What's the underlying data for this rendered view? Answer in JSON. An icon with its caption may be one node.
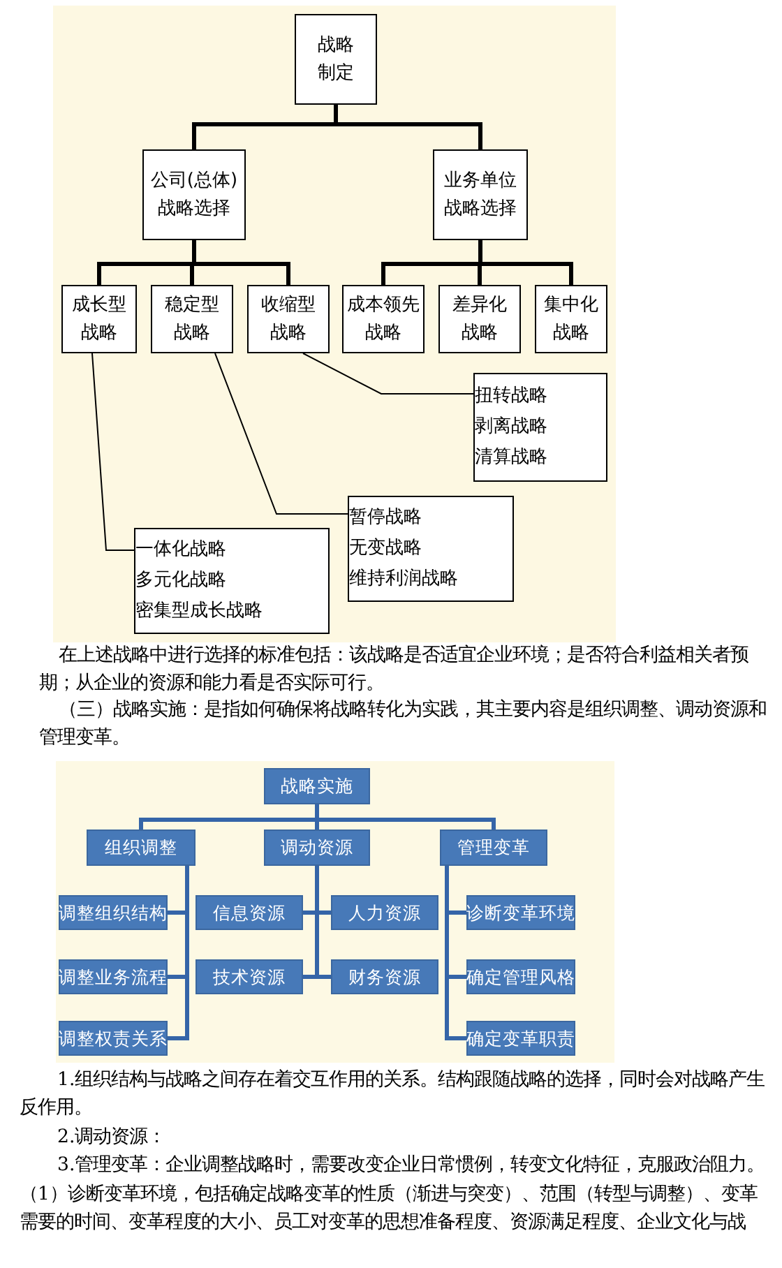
{
  "diagram": {
    "nodes": [
      {
        "text": [
          "战略制定"
        ]
      },
      {
        "text": [
          "公司(总体)战略选择"
        ]
      },
      {
        "text": [
          "业务单位战略选择"
        ]
      },
      {
        "text": [
          "成长型战略"
        ]
      },
      {
        "text": [
          "稳定型战略"
        ]
      },
      {
        "text": [
          "收缩型战略"
        ]
      },
      {
        "text": [
          "成本领先战略"
        ]
      },
      {
        "text": [
          "差异化战略"
        ]
      },
      {
        "text": [
          "集中化战略"
        ]
      },
      {
        "text": [
          "扭转战略",
          "剥离战略",
          "清算战略"
        ]
      },
      {
        "text": [
          "暂停战略",
          "无变战略",
          "维持利润战略"
        ]
      },
      {
        "text": [
          "一体化战略",
          "多元化战略",
          "密集型成长战略"
        ]
      },
      {
        "text": [
          "战略实施"
        ]
      },
      {
        "text": [
          "组织调整"
        ]
      },
      {
        "text": [
          "调动资源"
        ]
      },
      {
        "text": [
          "管理变革"
        ]
      },
      {
        "text": [
          "调整组织结构"
        ]
      },
      {
        "text": [
          "调整业务流程"
        ]
      },
      {
        "text": [
          "调整权责关系"
        ]
      },
      {
        "text": [
          "信息资源"
        ]
      },
      {
        "text": [
          "人力资源"
        ]
      },
      {
        "text": [
          "技术资源"
        ]
      },
      {
        "text": [
          "财务资源"
        ]
      },
      {
        "text": [
          "诊断变革环境"
        ]
      },
      {
        "text": [
          "确定管理风格"
        ]
      },
      {
        "text": [
          "确定变革职责"
        ]
      }
    ],
    "edges": [
      {
        "from": 0,
        "to": 1,
        "arrow": "none",
        "color": "#000000"
      },
      {
        "from": 0,
        "to": 2,
        "arrow": "none",
        "color": "#000000"
      },
      {
        "from": 1,
        "to": 3,
        "arrow": "none",
        "color": "#000000"
      },
      {
        "from": 1,
        "to": 4,
        "arrow": "none",
        "color": "#000000"
      },
      {
        "from": 1,
        "to": 5,
        "arrow": "none",
        "color": "#000000"
      },
      {
        "from": 2,
        "to": 6,
        "arrow": "none",
        "color": "#000000"
      },
      {
        "from": 2,
        "to": 7,
        "arrow": "none",
        "color": "#000000"
      },
      {
        "from": 2,
        "to": 8,
        "arrow": "none",
        "color": "#000000"
      },
      {
        "from": 5,
        "to": 9,
        "arrow": "none",
        "color": "#000000"
      },
      {
        "from": 4,
        "to": 10,
        "arrow": "none",
        "color": "#000000"
      },
      {
        "from": 3,
        "to": 11,
        "arrow": "none",
        "color": "#000000"
      },
      {
        "from": 12,
        "to": 13,
        "arrow": "none"
      },
      {
        "from": 12,
        "to": 14,
        "arrow": "none"
      },
      {
        "from": 12,
        "to": 15,
        "arrow": "none"
      },
      {
        "from": 13,
        "to": 16,
        "arrow": "none"
      },
      {
        "from": 13,
        "to": 17,
        "arrow": "none"
      },
      {
        "from": 13,
        "to": 18,
        "arrow": "none"
      },
      {
        "from": 14,
        "to": 19,
        "arrow": "none"
      },
      {
        "from": 14,
        "to": 20,
        "arrow": "none"
      },
      {
        "from": 14,
        "to": 21,
        "arrow": "none"
      },
      {
        "from": 14,
        "to": 22,
        "arrow": "none"
      },
      {
        "from": 15,
        "to": 23,
        "arrow": "none"
      },
      {
        "from": 15,
        "to": 24,
        "arrow": "none"
      },
      {
        "from": 15,
        "to": 25,
        "arrow": "none"
      }
    ],
    "labels": [
      "在上述战略中进行选择的标准包括：该战略是否适宜企业环境；是否符合利益相关者预期；从企业的资源和能力看是否实际可行。",
      "（三）战略实施：是指如何确保将战略转化为实践，其主要内容是组织调整、调动资源和管理变革。",
      "1.组织结构与战略之间存在着交互作用的关系。结构跟随战略的选择，同时会对战略产生反作用。",
      "2.调动资源：",
      "3.管理变革：企业调整战略时，需要改变企业日常惯例，转变文化特征，克服政治阻力。",
      "（1）诊断变革环境，包括确定战略变革的性质（渐进与突变）、范围（转型与调整）、变革需要的时间、变革程度的大小、员工对变革的思想准备程度、资源满足程度、企业文化与战"
    ]
  }
}
